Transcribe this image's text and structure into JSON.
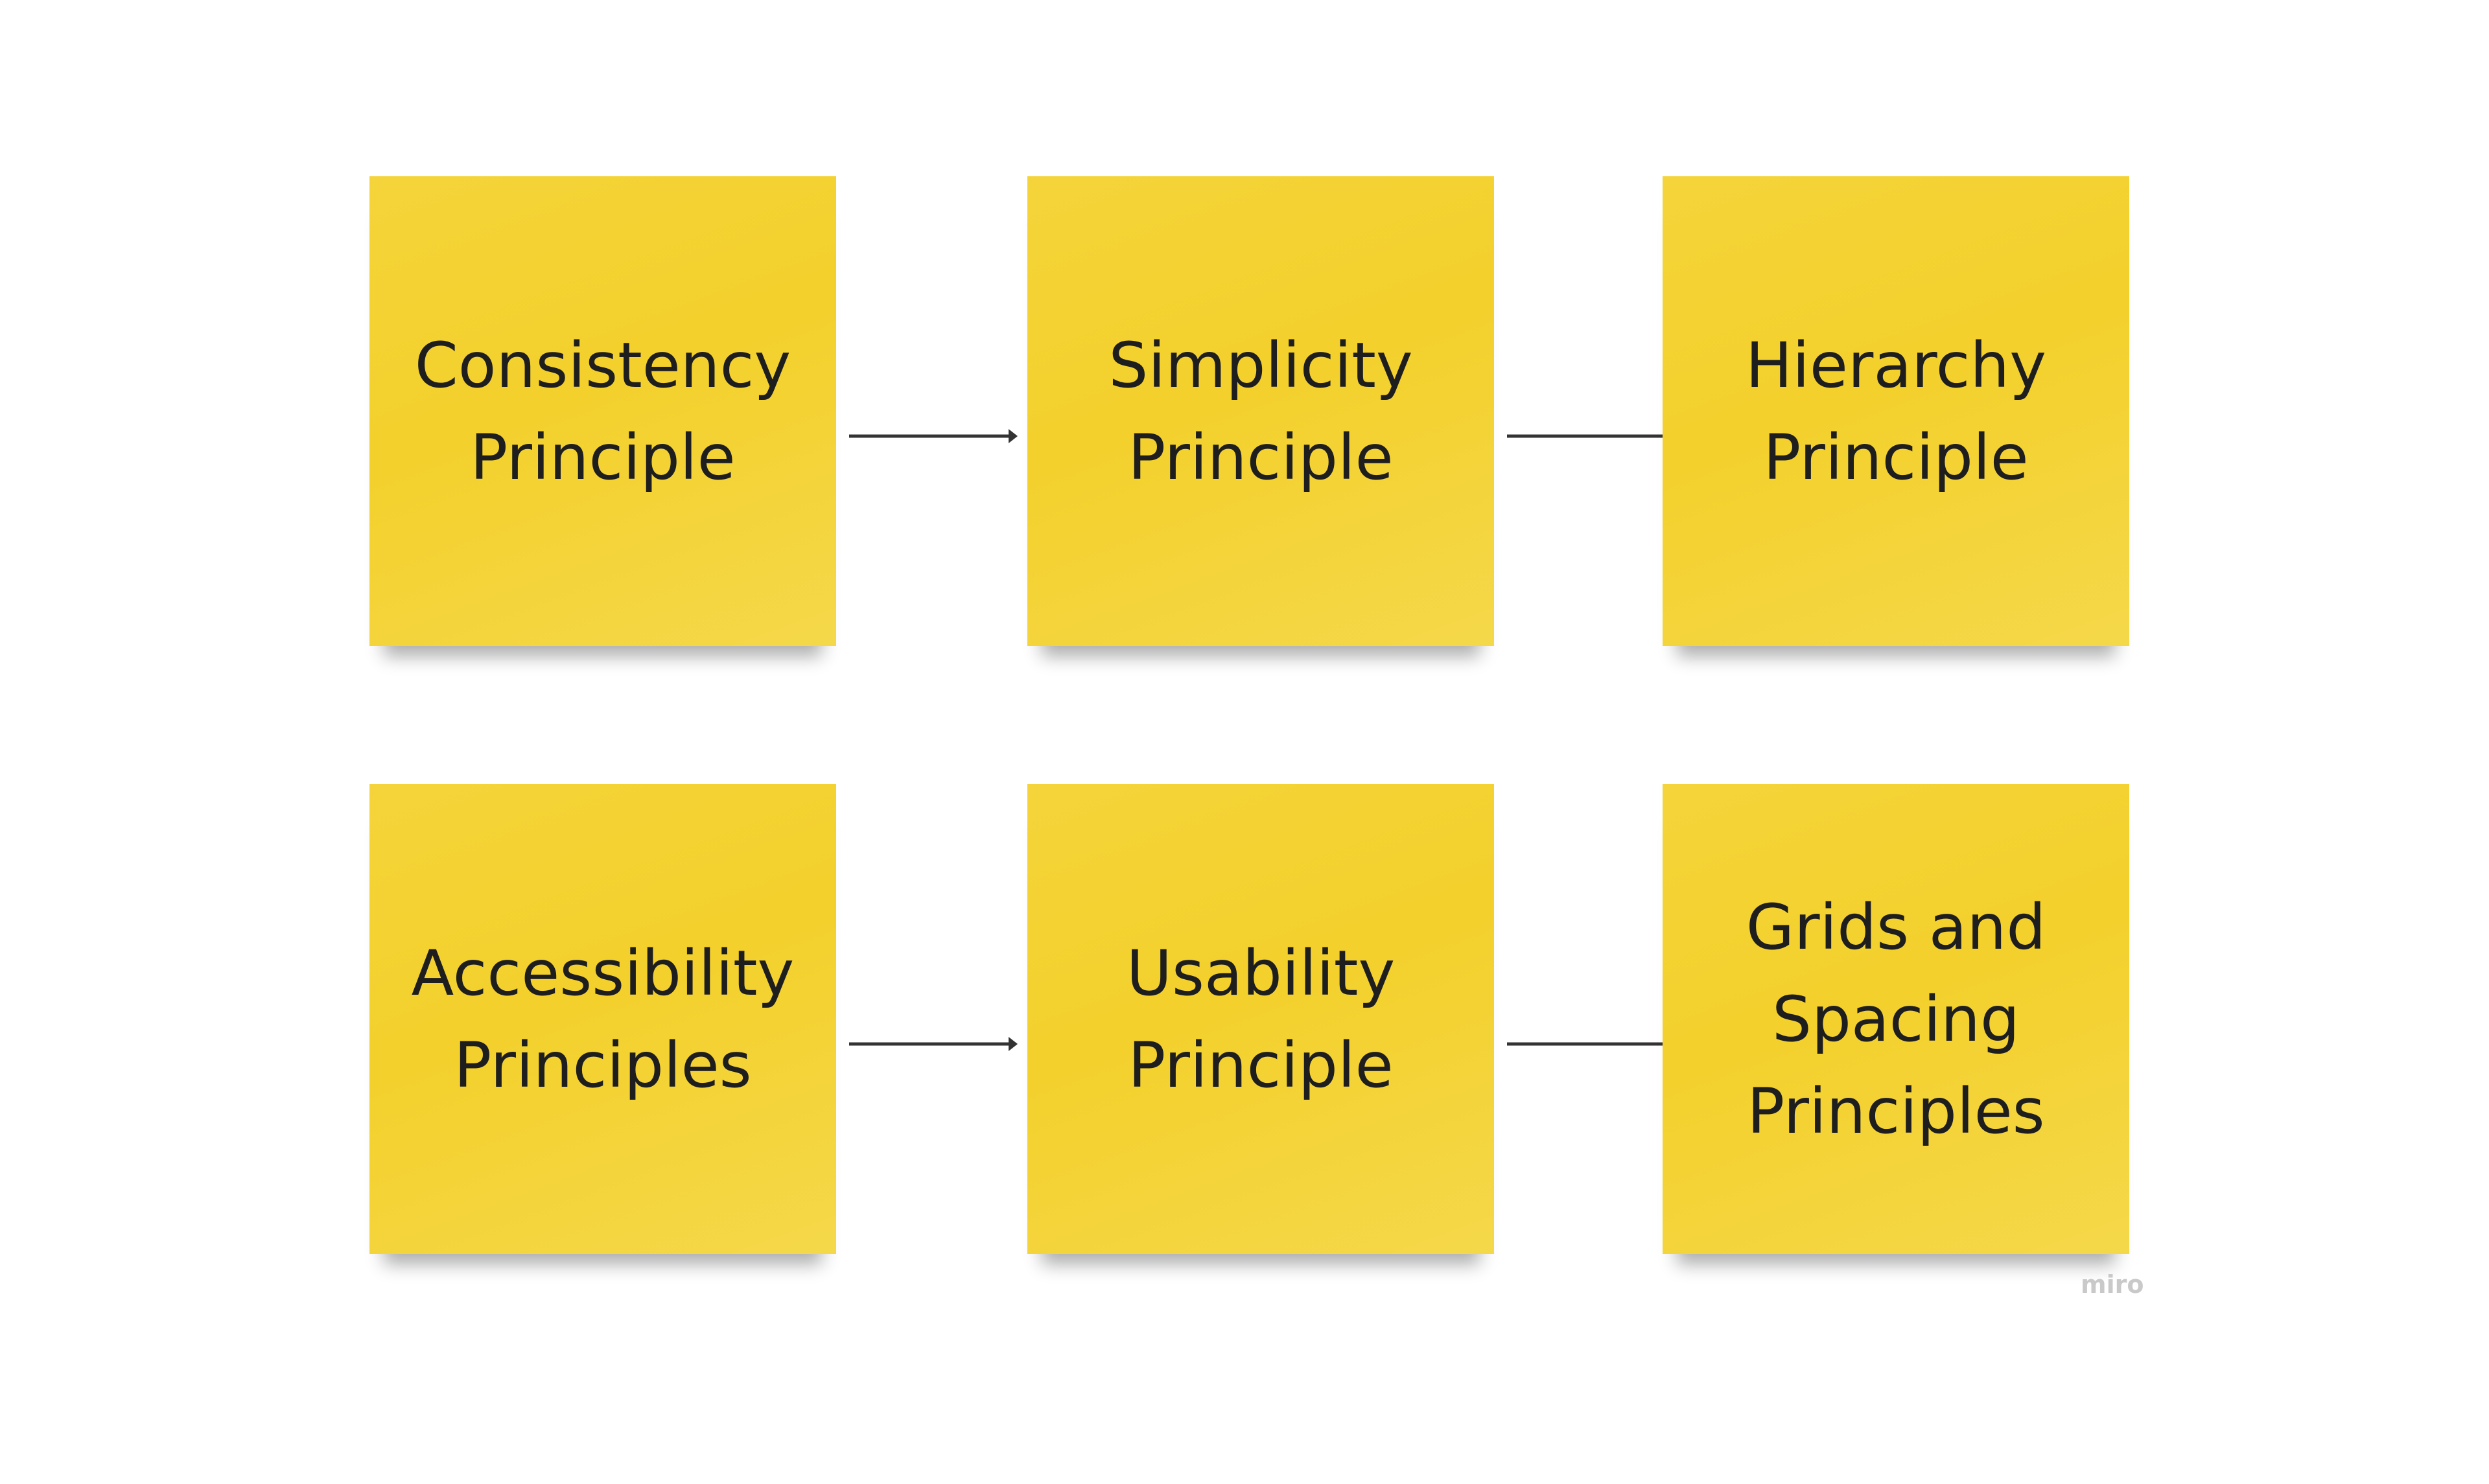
{
  "notes": [
    {
      "text": "Consistency\nPrinciple"
    },
    {
      "text": "Simplicity\nPrinciple"
    },
    {
      "text": "Hierarchy\nPrinciple"
    },
    {
      "text": "Accessibility\nPrinciples"
    },
    {
      "text": "Usability\nPrinciple"
    },
    {
      "text": "Grids and\nSpacing\nPrinciples"
    }
  ],
  "colors": {
    "note_fill": "#f3d02b",
    "text": "#1e1e1e",
    "arrow": "#333333",
    "background": "#ffffff"
  },
  "watermark": "miro"
}
